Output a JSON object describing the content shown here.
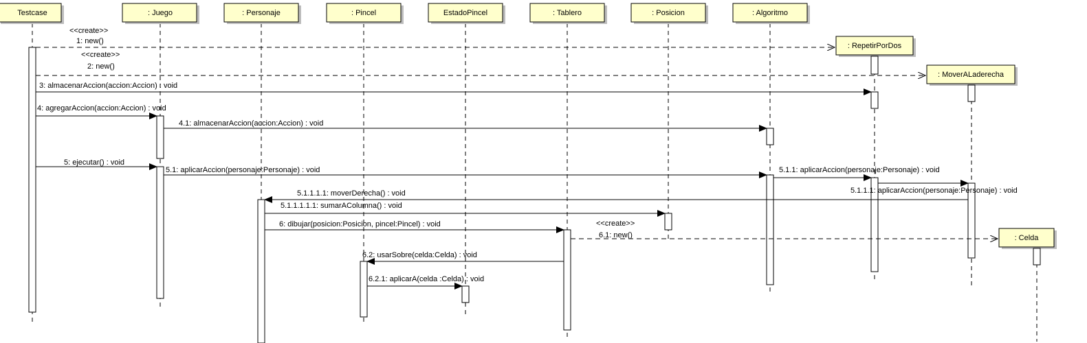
{
  "participants": [
    {
      "id": "testcase",
      "label": "Testcase"
    },
    {
      "id": "juego",
      "label": ": Juego"
    },
    {
      "id": "personaje",
      "label": ": Personaje"
    },
    {
      "id": "pincel",
      "label": ": Pincel"
    },
    {
      "id": "estado",
      "label": "EstadoPincel"
    },
    {
      "id": "tablero",
      "label": ": Tablero"
    },
    {
      "id": "posicion",
      "label": ": Posicion"
    },
    {
      "id": "algoritmo",
      "label": ": Algoritmo"
    },
    {
      "id": "repetir",
      "label": ": RepetirPorDos"
    },
    {
      "id": "mover",
      "label": ": MoverALaderecha"
    },
    {
      "id": "celda",
      "label": ": Celda"
    }
  ],
  "messages": [
    {
      "id": "m1",
      "stereotype": "<<create>>",
      "label": "1: new()"
    },
    {
      "id": "m2",
      "stereotype": "<<create>>",
      "label": "2: new()"
    },
    {
      "id": "m3",
      "label": "3: almacenarAccion(accion:Accion) : void"
    },
    {
      "id": "m4",
      "label": "4: agregarAccion(accion:Accion) : void"
    },
    {
      "id": "m41",
      "label": "4.1: almacenarAccion(accion:Accion) : void"
    },
    {
      "id": "m5",
      "label": "5: ejecutar() : void"
    },
    {
      "id": "m51",
      "label": "5.1: aplicarAccion(personaje:Personaje) : void"
    },
    {
      "id": "m511",
      "label": "5.1.1: aplicarAccion(personaje:Personaje) : void"
    },
    {
      "id": "m5111",
      "label": "5.1.1.1: aplicarAccion(personaje:Personaje) : void"
    },
    {
      "id": "m51111",
      "label": "5.1.1.1.1: moverDerecha() : void"
    },
    {
      "id": "m511111",
      "label": "5.1.1.1.1.1: sumarAColumna() : void"
    },
    {
      "id": "m6",
      "label": "6: dibujar(posicion:Posicion, pincel:Pincel) : void"
    },
    {
      "id": "m61",
      "stereotype": "<<create>>",
      "label": "6.1: new()"
    },
    {
      "id": "m62",
      "label": "6.2: usarSobre(celda:Celda) : void"
    },
    {
      "id": "m621",
      "label": "6.2.1: aplicarA(celda :Celda) : void"
    }
  ]
}
